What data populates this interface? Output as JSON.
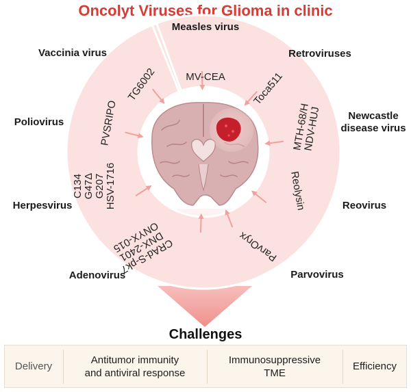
{
  "title": "Oncolyt Viruses for Glioma in clinic",
  "viruses": {
    "measles": "Measles virus",
    "retroviruses": "Retroviruses",
    "newcastle_line1": "Newcastle",
    "newcastle_line2": "disease virus",
    "reovirus": "Reovirus",
    "parvovirus": "Parvovirus",
    "adenovirus": "Adenovirus",
    "herpesvirus": "Herpesvirus",
    "poliovirus": "Poliovirus",
    "vaccinia": "Vaccinia virus"
  },
  "agents": {
    "mv_cea": "MV-CEA",
    "toca511": "Toca511",
    "mth68_line1": "MTH-68/H",
    "mth68_line2": "NDV-HUJ",
    "reolysin": "Reolysin",
    "parvoryx": "ParvOryx",
    "adeno_line1": "CRAd-S-pk7",
    "adeno_line2": "DNX-2401",
    "adeno_line3": "ONYX-015",
    "herpes_line1": "C134",
    "herpes_line2": "G47Δ",
    "herpes_line3": "G207",
    "herpes_line4": "HSV-1716",
    "pvsripo": "PVSRIPO",
    "tg6002": "TG6002"
  },
  "challenges": {
    "title": "Challenges",
    "items": [
      {
        "line1": "Delivery",
        "line2": ""
      },
      {
        "line1": "Antitumor immunity",
        "line2": "and antiviral response"
      },
      {
        "line1": "Immunosuppressive",
        "line2": "TME"
      },
      {
        "line1": "Efficiency",
        "line2": ""
      }
    ]
  },
  "colors": {
    "title": "#d63b35",
    "segment": "#fbe1df",
    "segment_stroke": "#ffffff",
    "arrow": "#f0a19d",
    "brain": "#d9b0b2",
    "tumor": "#c4202b",
    "challenges_bg": "#fcf5ec"
  }
}
